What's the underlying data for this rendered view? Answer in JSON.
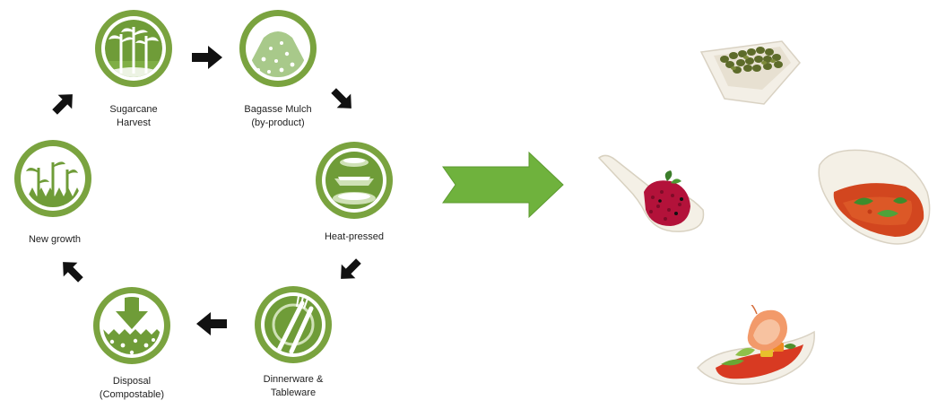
{
  "diagram": {
    "steps": [
      {
        "id": "sugarcane",
        "lines": [
          "Sugarcane",
          "Harvest"
        ],
        "icon": "sugarcane-icon"
      },
      {
        "id": "bagasse",
        "lines": [
          "Bagasse Mulch",
          "(by-product)"
        ],
        "icon": "bagasse-pile-icon"
      },
      {
        "id": "heat",
        "lines": [
          "Heat-pressed"
        ],
        "icon": "stacked-plates-icon"
      },
      {
        "id": "dinnerware",
        "lines": [
          "Dinnerware &",
          "Tableware"
        ],
        "icon": "fork-knife-plate-icon"
      },
      {
        "id": "disposal",
        "lines": [
          "Disposal",
          "(Compostable)"
        ],
        "icon": "compost-icon"
      },
      {
        "id": "growth",
        "lines": [
          "New growth"
        ],
        "icon": "grass-sprout-icon"
      }
    ],
    "colors": {
      "ring": "#7aa33f",
      "dark_green": "#5f8f2e",
      "light_green": "#a7c97a",
      "big_arrow": "#6fb23d",
      "cycle_arrow": "#111111"
    }
  },
  "photos": [
    {
      "name": "olives-bowl-photo",
      "subject": "square bowl with green olives"
    },
    {
      "name": "beet-tartare-spoon-photo",
      "subject": "spoon with red beet tartare"
    },
    {
      "name": "soup-boat-photo",
      "subject": "boat dish with red soup and basil"
    },
    {
      "name": "shrimp-salad-boat-photo",
      "subject": "boat dish with shrimp salad"
    }
  ]
}
